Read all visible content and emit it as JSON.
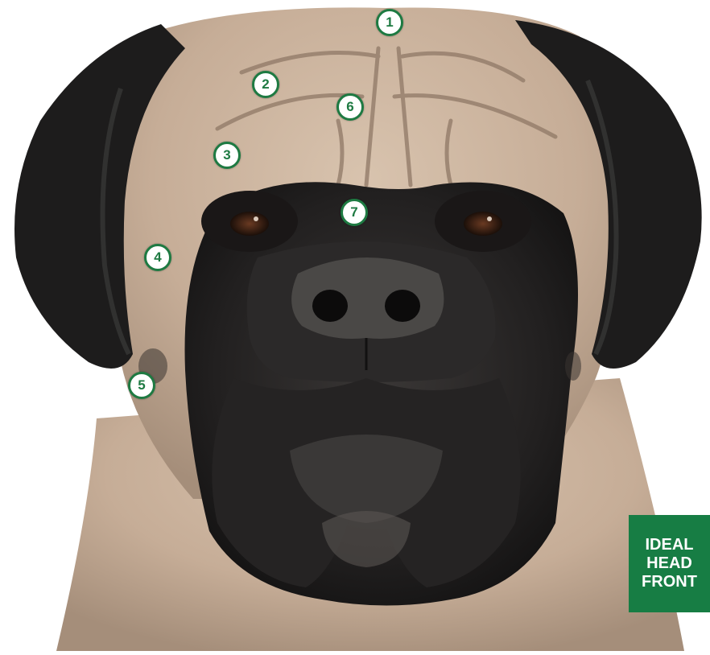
{
  "image": {
    "subject": "mastiff-head-front-illustration",
    "colors": {
      "coat": "#c9b29c",
      "coat_shadow": "#a48e79",
      "mask": "#222222",
      "ear": "#1c1c1c",
      "marker_green": "#1e7a42",
      "badge_green": "#177d44"
    }
  },
  "markers": [
    {
      "label": "1"
    },
    {
      "label": "2"
    },
    {
      "label": "6"
    },
    {
      "label": "3"
    },
    {
      "label": "7"
    },
    {
      "label": "4"
    },
    {
      "label": "5"
    }
  ],
  "badge": {
    "line1": "IDEAL",
    "line2": "HEAD",
    "line3": "FRONT"
  }
}
